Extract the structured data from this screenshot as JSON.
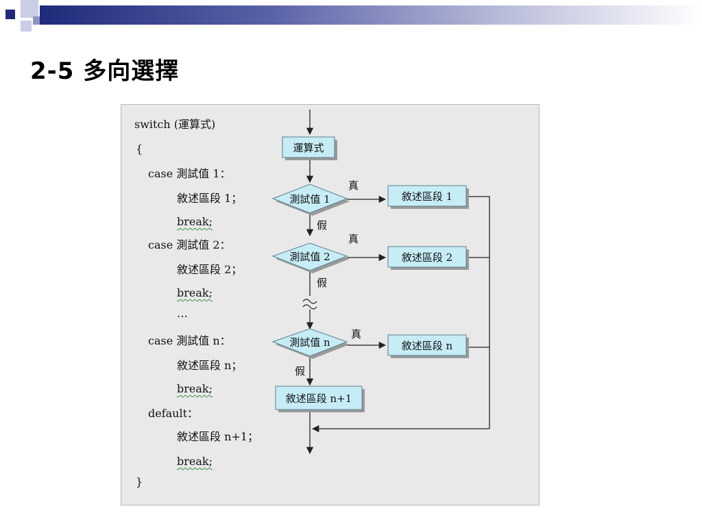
{
  "slide": {
    "title": "2-5 多向選擇",
    "accent_colors": {
      "navy": "#1f2a7a",
      "slate": "#8a93c4",
      "light": "#c9cde6"
    }
  },
  "code": {
    "lines": [
      "switch (運算式)",
      "{",
      "case 測試值 1：",
      "敘述區段 1；",
      "break;",
      "case 測試值 2：",
      "敘述區段 2；",
      "break;",
      "…",
      "case 測試值 n：",
      "敘述區段 n；",
      "break;",
      "default：",
      "敘述區段 n+1；",
      "break;",
      "}"
    ]
  },
  "flowchart": {
    "expression_box": "運算式",
    "decision_1": "測試值 1",
    "decision_2": "測試值 2",
    "decision_n": "測試值 n",
    "block_1": "敘述區段 1",
    "block_2": "敘述區段 2",
    "block_n": "敘述區段 n",
    "block_default": "敘述區段 n+1",
    "true_label": "真",
    "false_label": "假",
    "colors": {
      "box_fill": "#c6ecf5",
      "box_border": "#5a7f8c",
      "line": "#222222"
    }
  }
}
